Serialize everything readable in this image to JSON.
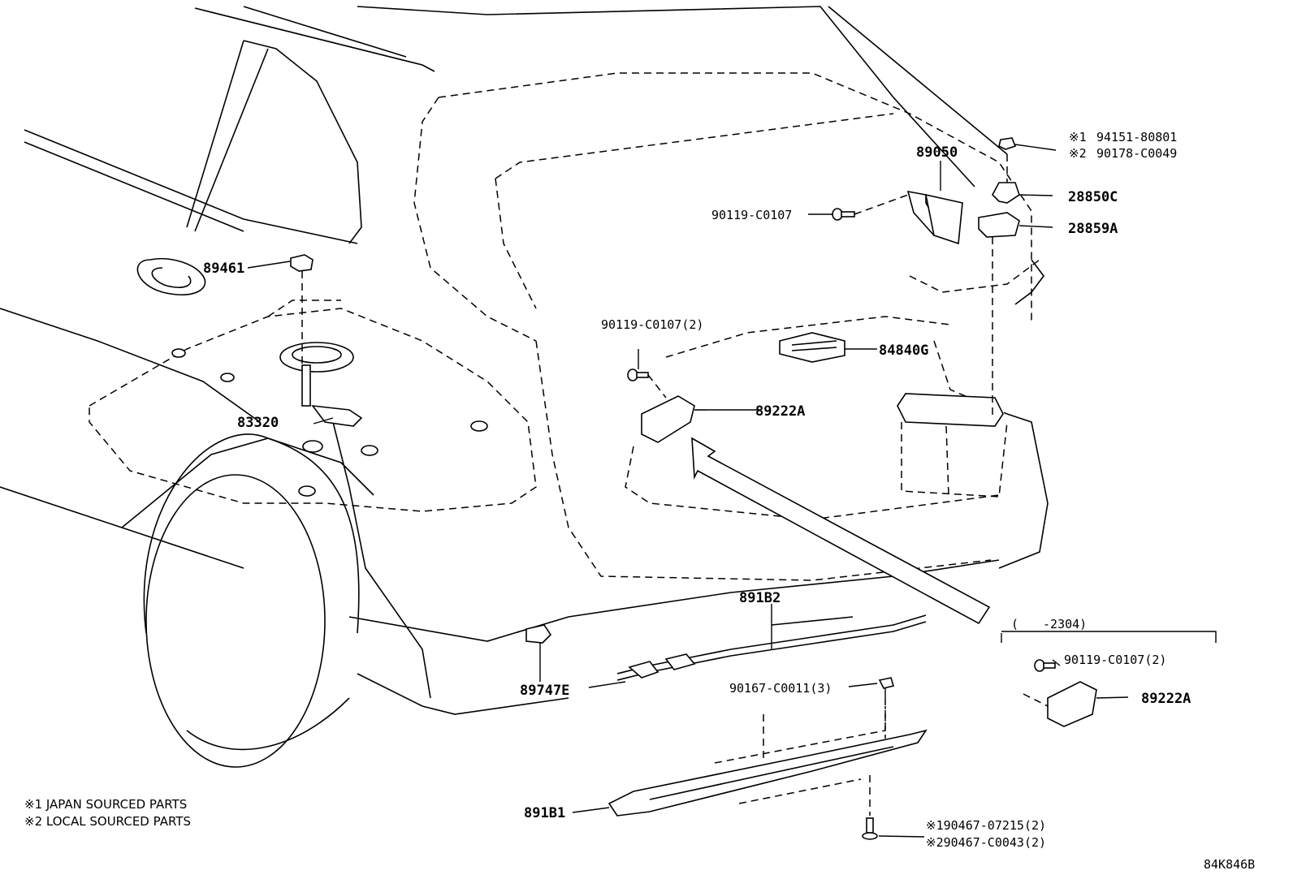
{
  "parts": {
    "p89461": "89461",
    "p83320": "83320",
    "p89050": "89050",
    "p90119_top": "90119-C0107",
    "p90119_mid": "90119-C0107(2)",
    "p84840g": "84840G",
    "p89222a_main": "89222A",
    "p28850c": "28850C",
    "p28859a": "28859A",
    "p94151_prefix": "※1",
    "p94151": "94151-80801",
    "p90178_prefix": "※2",
    "p90178": "90178-C0049",
    "p891b2": "891B2",
    "p89747e": "89747E",
    "p90167": "90167-C0011(3)",
    "p891b1": "891B1",
    "p90467a": "※190467-07215(2)",
    "p90467b": "※290467-C0043(2)"
  },
  "inset": {
    "range": "(　　-2304)",
    "bolt": "90119-C0107(2)",
    "module": "89222A"
  },
  "notes": {
    "n1": "※1 JAPAN SOURCED PARTS",
    "n2": "※2 LOCAL SOURCED PARTS"
  },
  "diagram_id": "84K846B"
}
